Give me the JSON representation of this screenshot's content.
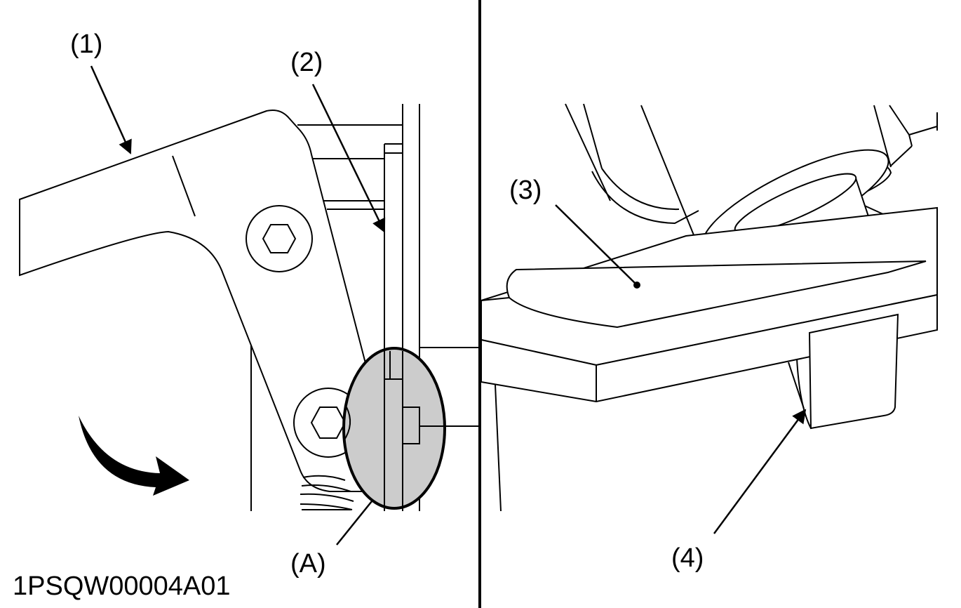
{
  "callouts": {
    "one": "(1)",
    "two": "(2)",
    "three": "(3)",
    "four": "(4)",
    "a": "(A)"
  },
  "figure_code": "1PSQW00004A01",
  "colors": {
    "line": "#000000",
    "highlight_fill": "#cccccc",
    "background": "#ffffff"
  },
  "icons": {
    "rotation_arrow": "curved-arrow-clockwise",
    "hex_socket": "hex-socket-bolt"
  }
}
